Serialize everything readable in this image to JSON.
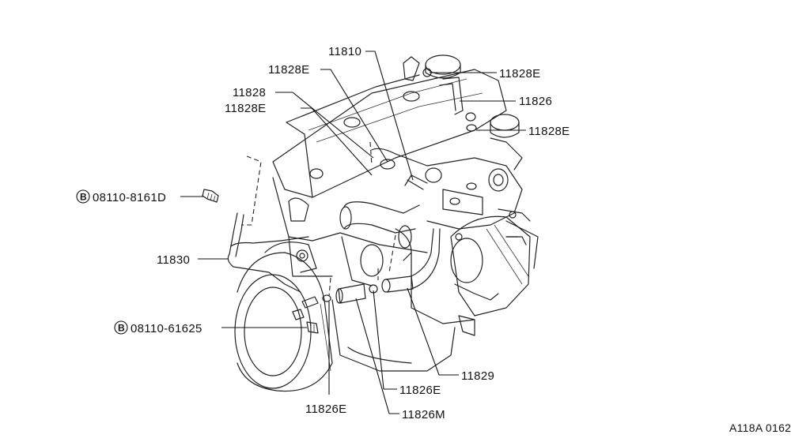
{
  "drawing_code": "A118A 0162",
  "bolt_mark": "B",
  "labels": {
    "p11810": "11810",
    "p11828E_top_left": "11828E",
    "p11828E_top_right": "11828E",
    "p11828": "11828",
    "p11828E_mid_left": "11828E",
    "p11826": "11826",
    "p11828E_mid_right": "11828E",
    "bolt_upper": "08110-8161D",
    "p11830": "11830",
    "bolt_lower": "08110-61625",
    "p11829": "11829",
    "p11826E_right": "11826E",
    "p11826E_bottom": "11826E",
    "p11826M": "11826M"
  }
}
